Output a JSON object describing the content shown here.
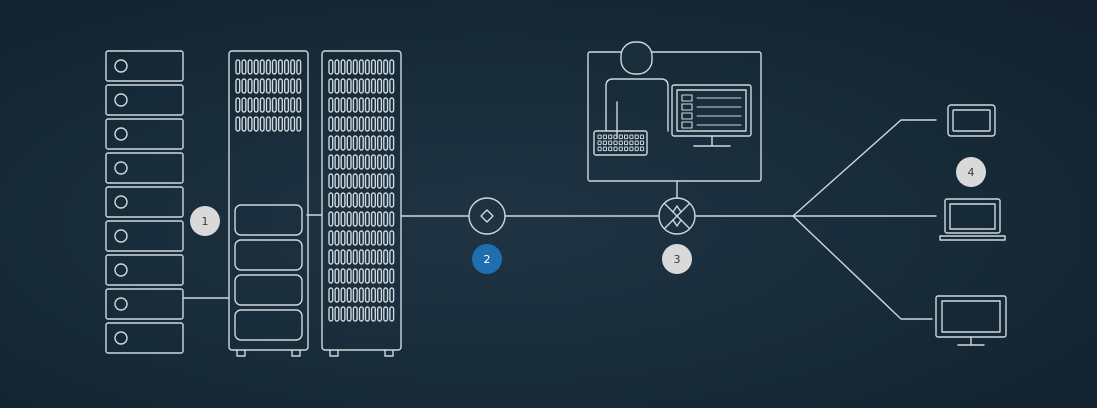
{
  "badges": [
    {
      "label": "1",
      "color": "#d9d9d9",
      "text_color": "#3a3a3a"
    },
    {
      "label": "2",
      "color": "#1f6fb0",
      "text_color": "#ffffff"
    },
    {
      "label": "3",
      "color": "#d9d9d9",
      "text_color": "#3a3a3a"
    },
    {
      "label": "4",
      "color": "#d9d9d9",
      "text_color": "#3a3a3a"
    }
  ],
  "colors": {
    "line": "#cfd8de",
    "background": "#172a38"
  },
  "icons": [
    "server-rack-icon",
    "storage-array-icon",
    "router-node-icon",
    "workstation-operator-icon",
    "switch-node-icon",
    "tablet-icon",
    "laptop-icon",
    "desktop-monitor-icon"
  ]
}
